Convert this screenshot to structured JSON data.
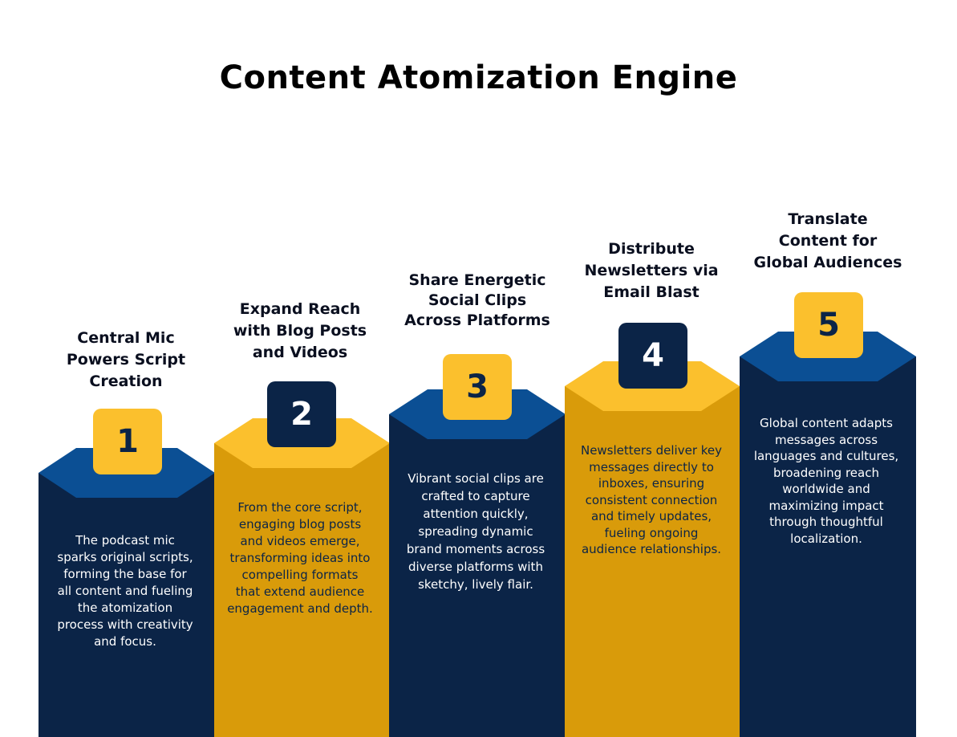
{
  "title": "Content Atomization Engine",
  "colors": {
    "navy": "#0b2447",
    "blue_cap": "#0b4f94",
    "gold": "#d99b0a",
    "yellow_cap": "#fbc02d"
  },
  "steps": [
    {
      "number": "1",
      "title": "Central Mic\nPowers Script\nCreation",
      "description": "The podcast mic\nsparks original scripts,\nforming the base for\nall content and fueling\nthe atomization\nprocess with creativity\nand focus."
    },
    {
      "number": "2",
      "title": "Expand Reach\nwith Blog Posts\nand Videos",
      "description": "From the core script,\nengaging blog posts\nand videos emerge,\ntransforming ideas into\ncompelling formats\nthat extend audience\nengagement and depth."
    },
    {
      "number": "3",
      "title": "Share Energetic\nSocial Clips\nAcross Platforms",
      "description": "Vibrant social clips are\ncrafted to capture\nattention quickly,\nspreading dynamic\nbrand moments across\ndiverse platforms with\nsketchy, lively flair."
    },
    {
      "number": "4",
      "title": "Distribute\nNewsletters via\nEmail Blast",
      "description": "Newsletters deliver key\nmessages directly to\ninboxes, ensuring\nconsistent connection\nand timely updates,\nfueling ongoing\naudience relationships."
    },
    {
      "number": "5",
      "title": "Translate\nContent for\nGlobal Audiences",
      "description": "Global content adapts\nmessages across\nlanguages and cultures,\nbroadening reach\nworldwide and\nmaximizing impact\nthrough thoughtful\nlocalization."
    }
  ]
}
